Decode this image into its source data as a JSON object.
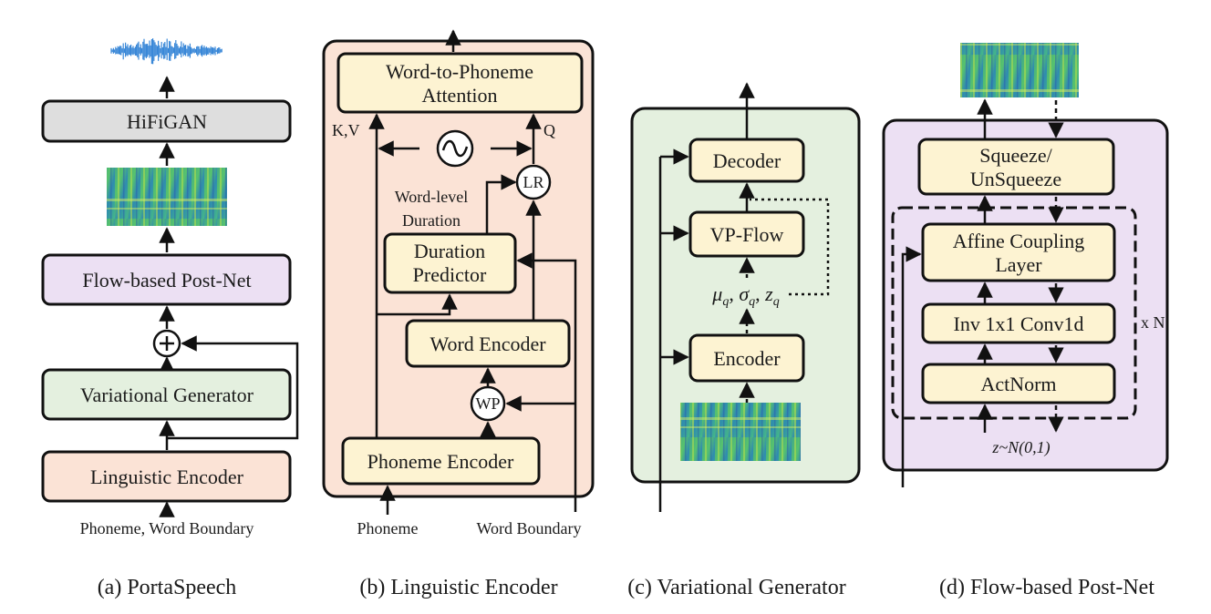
{
  "colors": {
    "peach": "#fbe3d6",
    "lavender": "#ece0f3",
    "mint": "#e4f0df",
    "cream": "#fdf3d2",
    "gray": "#dedede",
    "stroke": "#111111",
    "wave": "#3a88d8"
  },
  "panel_a": {
    "hifigan": "HiFiGAN",
    "postnet": "Flow-based Post-Net",
    "vargen": "Variational Generator",
    "lingenc": "Linguistic Encoder",
    "input": "Phoneme, Word Boundary",
    "caption": "(a) PortaSpeech",
    "waveform": "waveform-icon",
    "spectrogram": "mel-spectrogram-icon"
  },
  "panel_b": {
    "attention_line1": "Word-to-Phoneme",
    "attention_line2": "Attention",
    "kv": "K,V",
    "q": "Q",
    "lr": "LR",
    "wp": "WP",
    "duration_line1": "Word-level",
    "duration_line2": "Duration",
    "predictor_line1": "Duration",
    "predictor_line2": "Predictor",
    "word_encoder": "Word Encoder",
    "phoneme_encoder": "Phoneme Encoder",
    "input_phoneme": "Phoneme",
    "input_boundary": "Word Boundary",
    "caption": "(b) Linguistic Encoder",
    "sinusoid": "sinusoid-icon"
  },
  "panel_c": {
    "decoder": "Decoder",
    "vpflow": "VP-Flow",
    "latent_mu": "μ",
    "latent_sigma": "σ",
    "latent_z": "z",
    "latent_sub": "q",
    "latent_sep": ", ",
    "encoder": "Encoder",
    "caption": "(c) Variational Generator"
  },
  "panel_d": {
    "squeeze_line1": "Squeeze/",
    "squeeze_line2": "UnSqueeze",
    "affine_line1": "Affine Coupling",
    "affine_line2": "Layer",
    "inv": "Inv 1x1 Conv1d",
    "actnorm": "ActNorm",
    "repeat": "x N",
    "prior": "z~N(0,1)",
    "caption": "(d) Flow-based Post-Net"
  }
}
